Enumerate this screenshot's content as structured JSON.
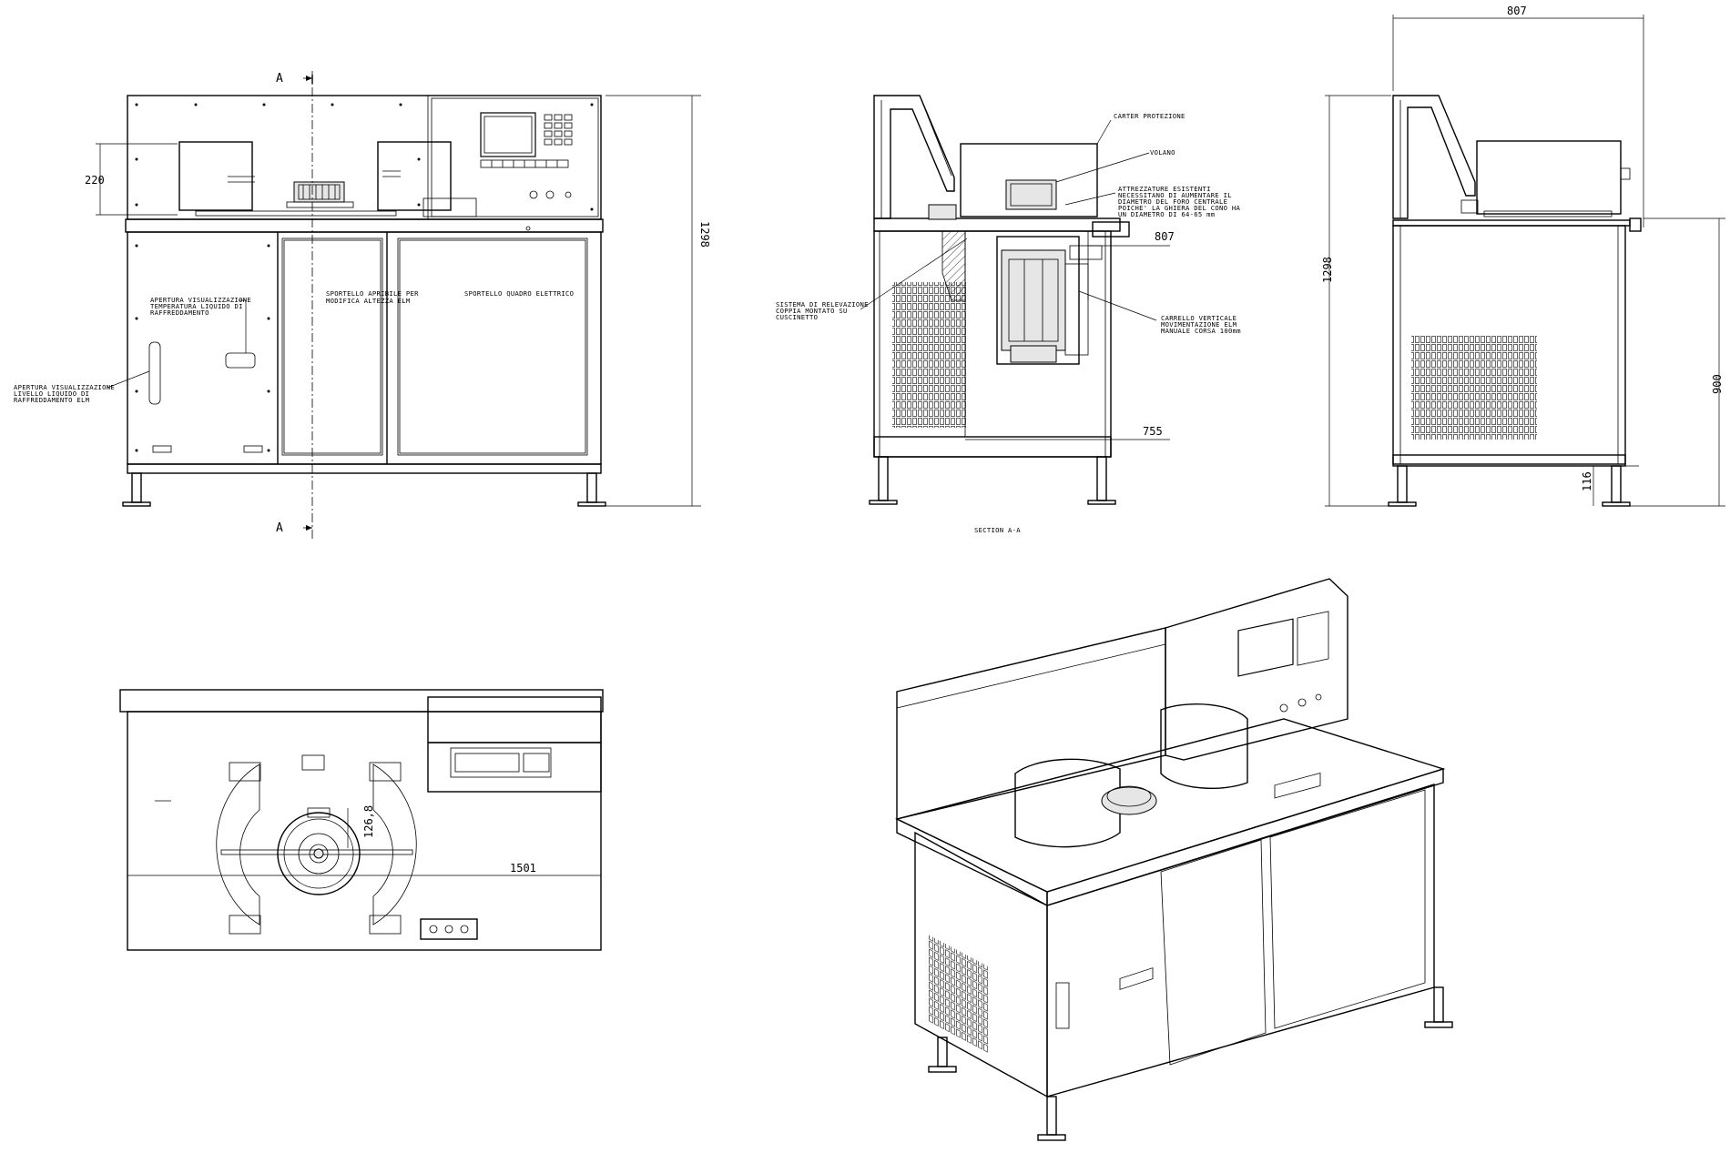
{
  "front_view": {
    "section_mark_top": "A",
    "section_mark_bottom": "A",
    "dim_height_220": "220",
    "dim_total_height": "1298",
    "label_door_height": [
      "SPORTELLO APRIBILE PER",
      "MODIFICA ALTEZZA ELM"
    ],
    "label_panel_door": "SPORTELLO QUADRO ELETTRICO",
    "label_temp_window": [
      "APERTURA VISUALIZZAZIONE",
      "TEMPERATURA LIQUIDO DI",
      "RAFFREDDAMENTO"
    ],
    "label_level_window": [
      "APERTURA VISUALIZZAZIONE",
      "LIVELLO LIQUIDO DI",
      "RAFFREDDAMENTO ELM"
    ]
  },
  "section_view": {
    "caption": "SECTION A-A",
    "label_guard": "CARTER PROTEZIONE",
    "label_flywheel": "VOLANO",
    "label_tooling": [
      "ATTREZZATURE ESISTENTI",
      "NECESSITANO DI AUMENTARE IL",
      "DIAMETRO DEL FORO CENTRALE",
      "POICHE' LA GHIERA DEL CONO HA",
      "UN DIAMETRO DI 64-65 mm"
    ],
    "label_torque": [
      "SISTEMA DI RELEVAZIONE",
      "COPPIA MONTATO SU",
      "CUSCINETTO"
    ],
    "label_carriage": [
      "CARRELLO VERTICALE",
      "MOVIMENTAZIONE ELM",
      "MANUALE CORSA 100mm"
    ],
    "dim_807": "807",
    "dim_755": "755"
  },
  "side_view": {
    "dim_width": "807",
    "dim_total_height": "1298",
    "dim_table_height": "900",
    "dim_foot": "116"
  },
  "top_view": {
    "dim_width": "1501",
    "dim_offset": "126,8"
  }
}
